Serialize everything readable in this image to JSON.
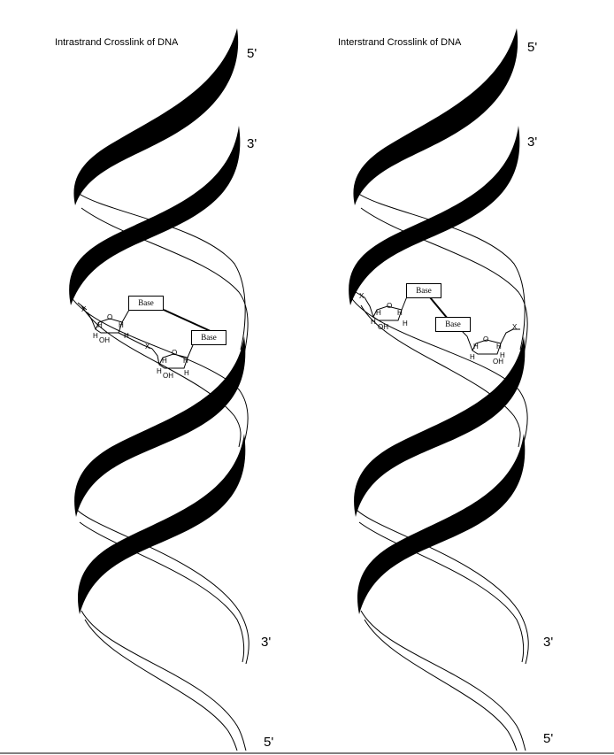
{
  "panels": [
    {
      "title": "Intrastrand Crosslink of DNA",
      "labels": {
        "top_5": "5'",
        "top_3": "3'",
        "bottom_3": "3'",
        "bottom_5": "5'"
      },
      "bases": [
        "Base",
        "Base"
      ],
      "sugars": [
        {
          "x": "X",
          "o": "O",
          "h1": "H",
          "h2": "H",
          "h3": "H",
          "h4": "H",
          "oh": "OH"
        },
        {
          "x": "X",
          "o": "O",
          "h1": "H",
          "h2": "H",
          "h3": "H",
          "h4": "H",
          "oh": "OH"
        }
      ]
    },
    {
      "title": "Interstrand Crosslink of DNA",
      "labels": {
        "top_5": "5'",
        "top_3": "3'",
        "bottom_3": "3'",
        "bottom_5": "5'"
      },
      "bases": [
        "Base",
        "Base"
      ],
      "sugars": [
        {
          "x": "X",
          "o": "O",
          "h1": "H",
          "h2": "H",
          "h3": "H",
          "h4": "H",
          "oh": "OH"
        },
        {
          "x": "X",
          "o": "O",
          "h1": "H",
          "h2": "H",
          "h3": "H",
          "h4": "H",
          "oh": "OH"
        }
      ]
    }
  ]
}
